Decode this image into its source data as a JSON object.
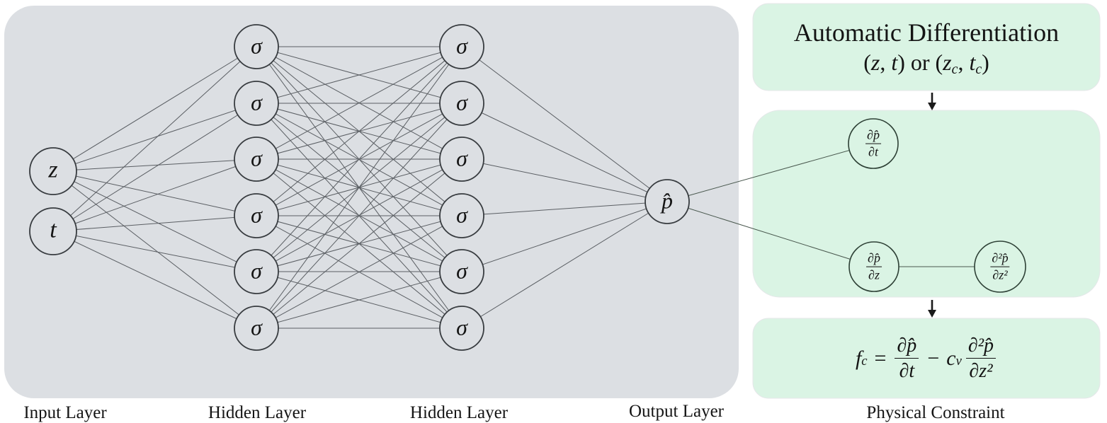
{
  "network": {
    "input_labels": [
      "z",
      "t"
    ],
    "hidden_label": "σ",
    "output_label": "p̂",
    "captions": {
      "input": "Input Layer",
      "hidden1": "Hidden Layer",
      "hidden2": "Hidden Layer",
      "output": "Output Layer",
      "constraint": "Physical Constraint"
    }
  },
  "derivative_nodes": {
    "dt": {
      "num": "∂p̂",
      "den": "∂t"
    },
    "dz": {
      "num": "∂p̂",
      "den": "∂z"
    },
    "dzz": {
      "num": "∂²p̂",
      "den": "∂z²"
    }
  },
  "auto_diff_box": {
    "title": "Automatic Differentiation",
    "subtitle_segs": [
      "(",
      "z",
      ", ",
      "t",
      ") or (",
      "z",
      "c",
      ", ",
      "t",
      "c",
      ")"
    ]
  },
  "constraint_box": {
    "lhs": "f",
    "lhs_sub": "c",
    "equals": "=",
    "frac1_num": "∂p̂",
    "frac1_den": "∂t",
    "minus": "−",
    "coef": "c",
    "coef_sub": "v",
    "frac2_num": "∂²p̂",
    "frac2_den": "∂z²"
  },
  "colors": {
    "panel_gray": "#dcdfe3",
    "panel_green": "#daf4e4",
    "edge": "#5a5e63",
    "green_edge": "#49584e",
    "node_stroke": "#383c40",
    "green_stroke": "#2e4136",
    "text": "#141414"
  }
}
